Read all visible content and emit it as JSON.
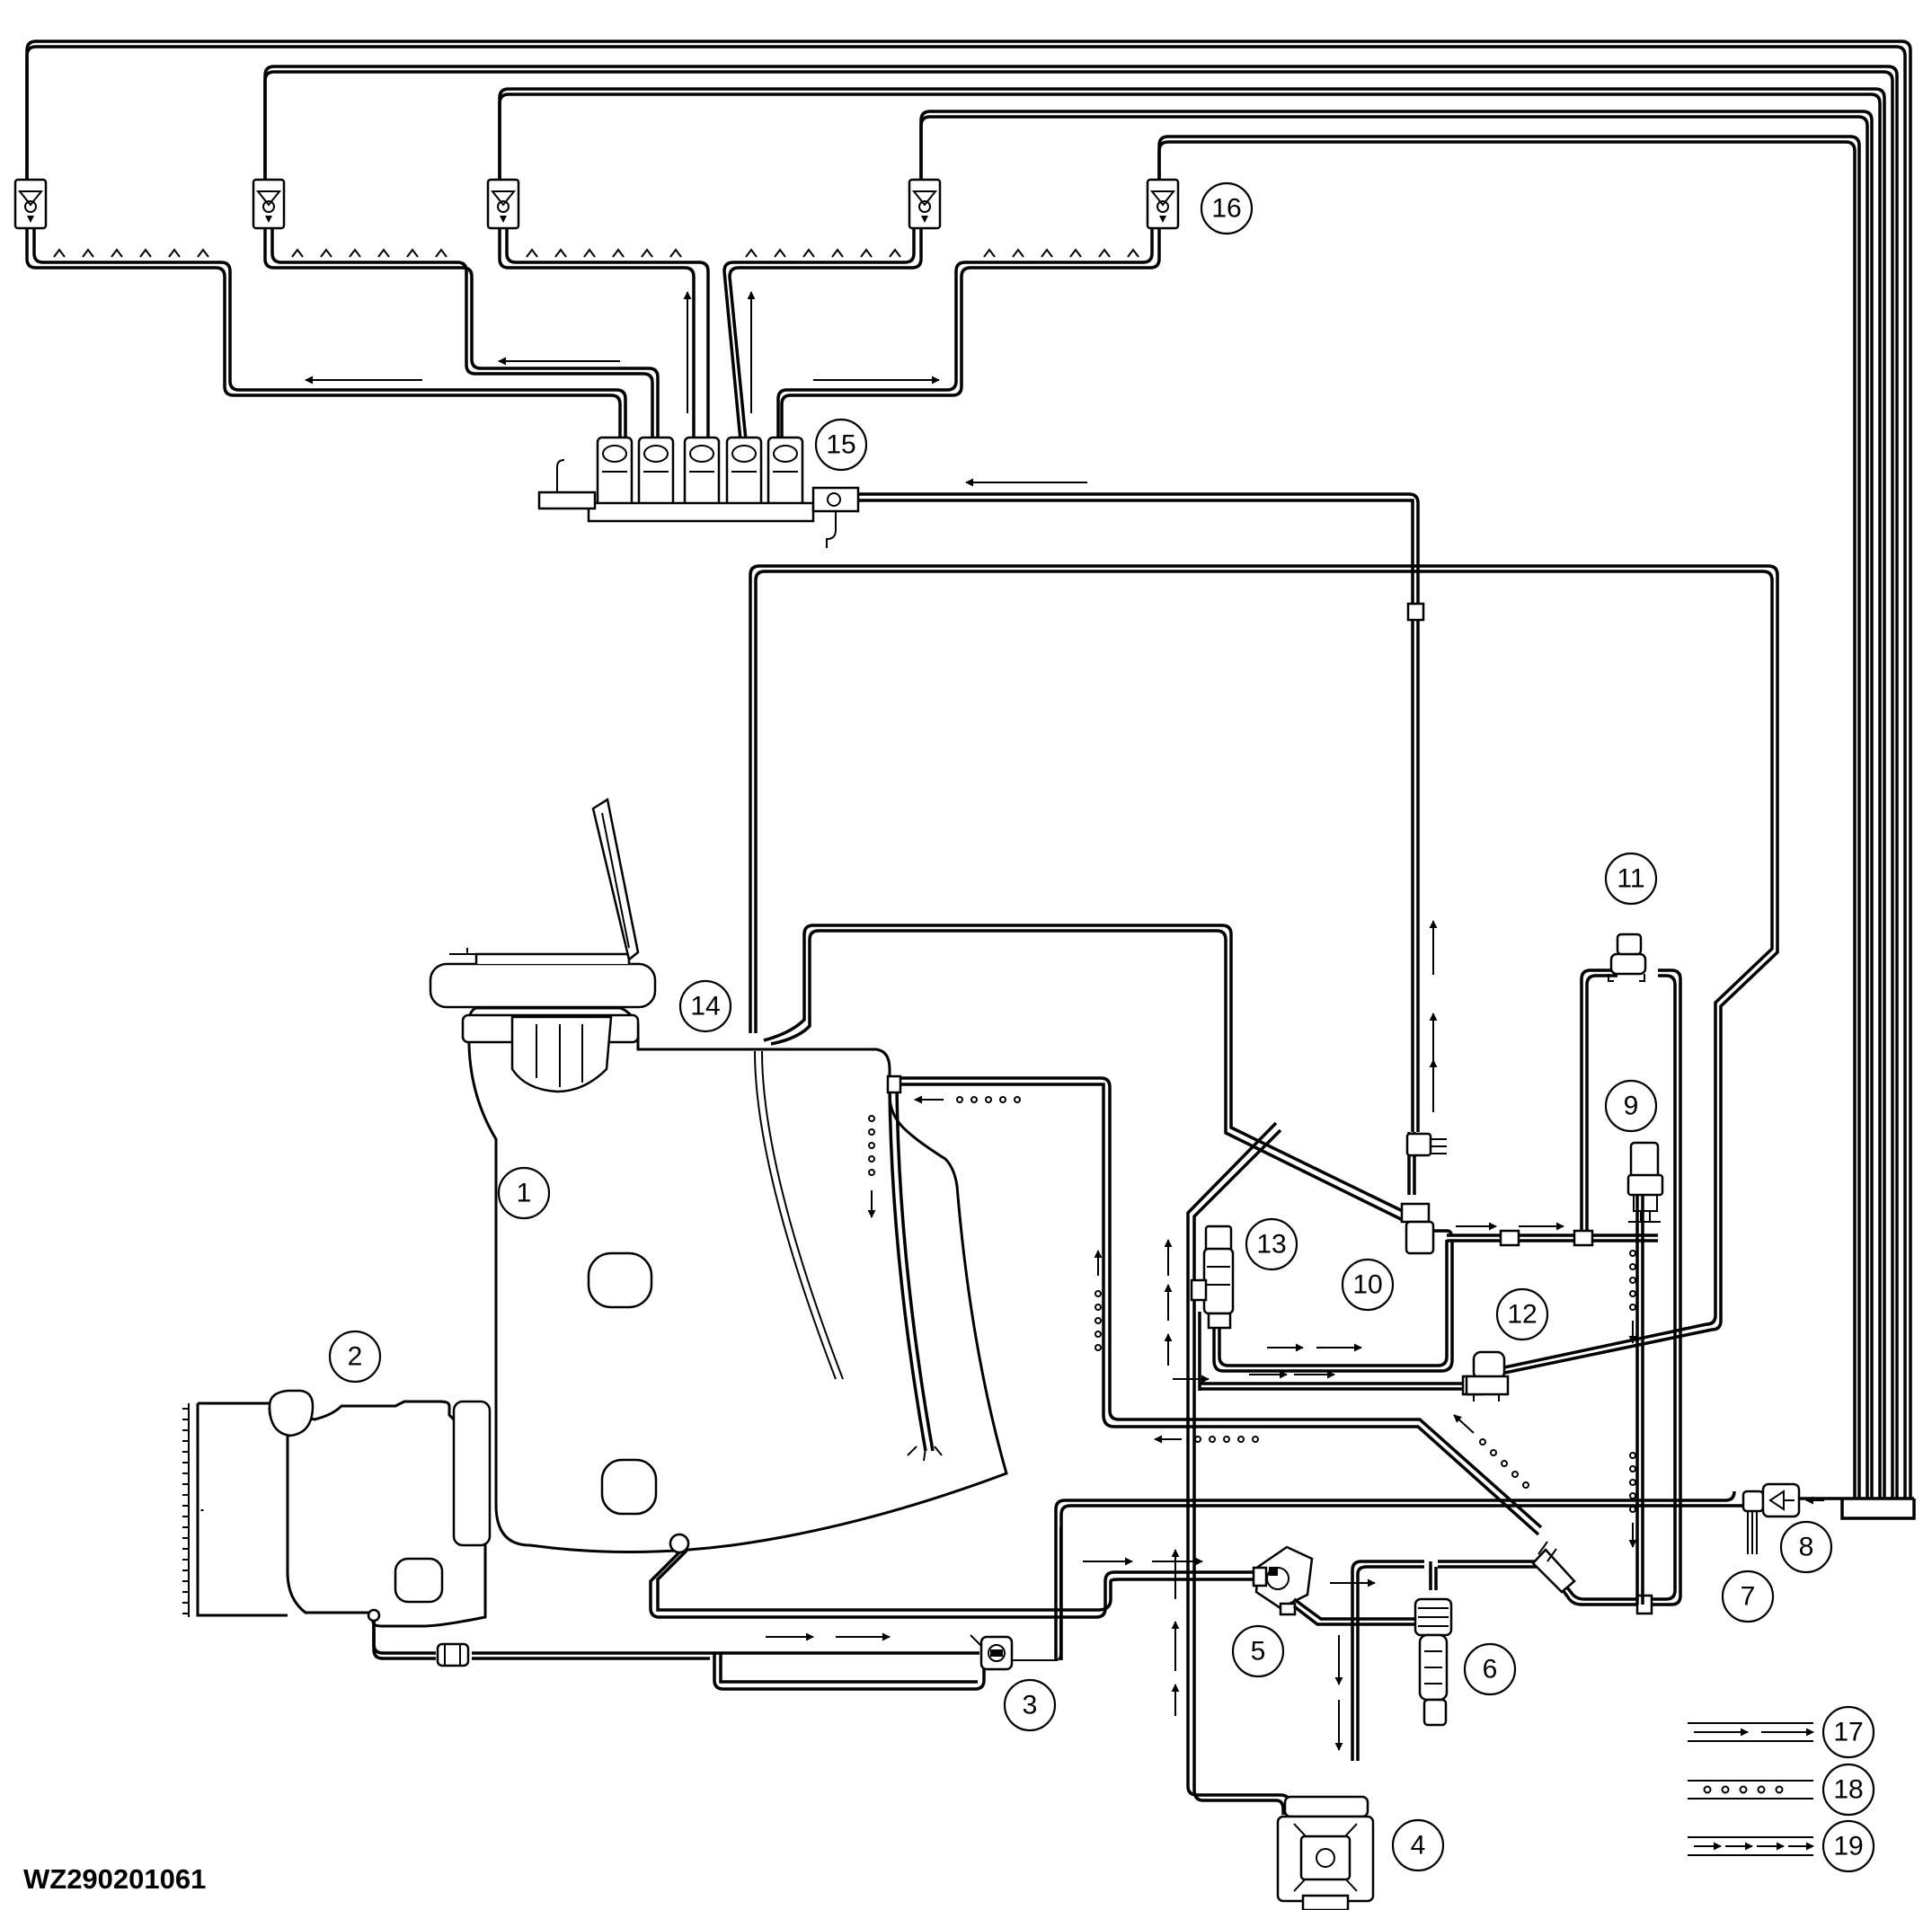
{
  "figure_id": "WZ290201061",
  "callouts": [
    "1",
    "2",
    "3",
    "4",
    "5",
    "6",
    "7",
    "8",
    "9",
    "10",
    "11",
    "12",
    "13",
    "14",
    "15",
    "16",
    "17",
    "18",
    "19"
  ],
  "legend_labels": [
    "17",
    "18",
    "19"
  ]
}
